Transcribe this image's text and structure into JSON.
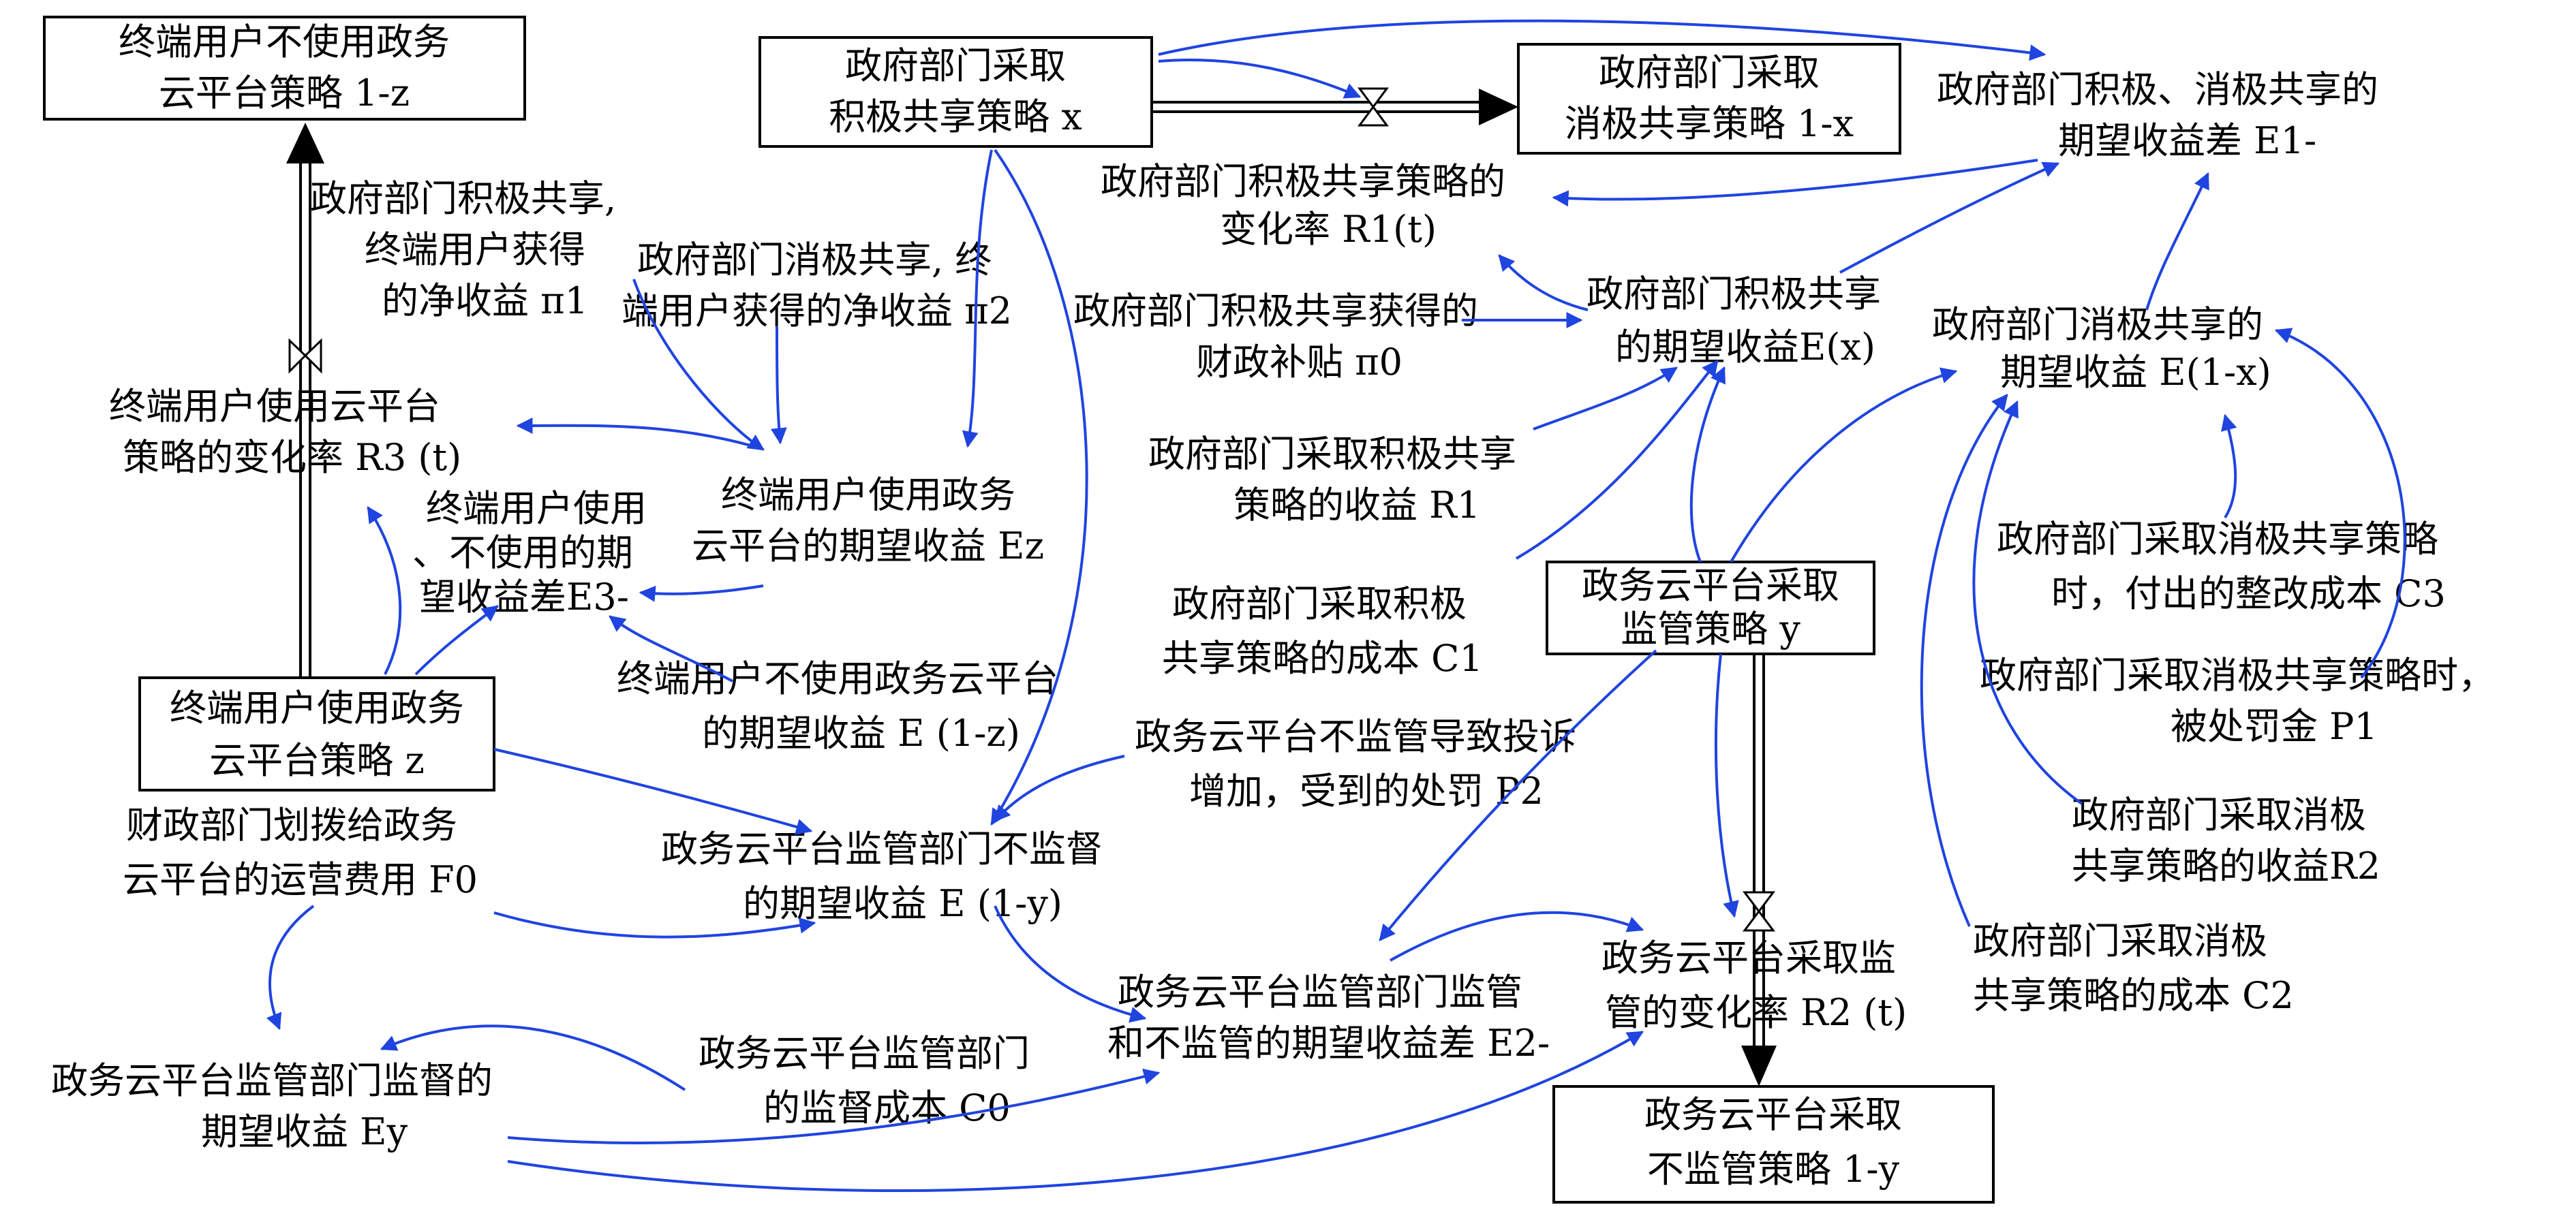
{
  "colors": {
    "link": "#1f44e0",
    "stock_border": "#000000",
    "text": "#000000"
  },
  "stocks": {
    "gov_active": [
      "政府部门采取",
      "积极共享策略 x"
    ],
    "gov_passive": [
      "政府部门采取",
      "消极共享策略 1-x"
    ],
    "user_not_use": [
      "终端用户不使用政务",
      "云平台策略 1-z"
    ],
    "user_use": [
      "终端用户使用政务",
      "云平台策略 z"
    ],
    "platform_supervise": [
      "政务云平台采取",
      "监管策略 y"
    ],
    "platform_not_supervise": [
      "政务云平台采取",
      "不监管策略 1-y"
    ]
  },
  "labels": {
    "gov_diff": [
      "政府部门积极、消极共享的",
      "期望收益差 E1-"
    ],
    "gov_rate": [
      "政府部门积极共享策略的",
      "变化率 R1(t)"
    ],
    "gov_exp_active": [
      "政府部门积极共享",
      "的期望收益E(x)"
    ],
    "gov_exp_passive": [
      "政府部门消极共享的",
      "期望收益 E(1-x)"
    ],
    "subsidy": [
      "政府部门积极共享获得的",
      "财政补贴 π0"
    ],
    "gov_active_gain": [
      "政府部门采取积极共享",
      "策略的收益 R1"
    ],
    "gov_active_cost": [
      "政府部门采取积极",
      "共享策略的成本 C1"
    ],
    "rectify_cost": [
      "政府部门采取消极共享策略",
      "时，付出的整改成本 C3"
    ],
    "penalty_gov": [
      "政府部门采取消极共享策略时，",
      "被处罚金 P1"
    ],
    "gov_passive_gain": [
      "政府部门采取消极",
      "共享策略的收益R2"
    ],
    "gov_passive_cost": [
      "政府部门采取消极",
      "共享策略的成本 C2"
    ],
    "user_gain_active": [
      "政府部门积极共享,",
      "终端用户获得",
      "的净收益 π1"
    ],
    "user_gain_passive": [
      "政府部门消极共享, 终",
      "端用户获得的净收益 π2"
    ],
    "user_rate": [
      "终端用户使用云平台",
      "策略的变化率 R3 (t)"
    ],
    "user_diff": [
      "终端用户使用",
      "、不使用的期",
      "望收益差E3-"
    ],
    "user_exp_use": [
      "终端用户使用政务",
      "云平台的期望收益 Ez"
    ],
    "user_exp_not": [
      "终端用户不使用政务云平台",
      "的期望收益 E (1-z)"
    ],
    "complaint_penalty": [
      "政务云平台不监管导致投诉",
      "增加，受到的处罚 P2"
    ],
    "finance_fee": [
      "财政部门划拨给政务",
      "云平台的运营费用 F0"
    ],
    "platform_exp_not": [
      "政务云平台监管部门不监督",
      "的期望收益 E (1-y)"
    ],
    "platform_exp_sup": [
      "政务云平台监管部门监督的",
      "期望收益 Ey"
    ],
    "supervise_cost": [
      "政务云平台监管部门",
      "的监督成本 C0"
    ],
    "platform_diff": [
      "政务云平台监管部门监管",
      "和不监管的期望收益差 E2-"
    ],
    "platform_rate": [
      "政务云平台采取监",
      "管的变化率 R2 (t)"
    ]
  }
}
